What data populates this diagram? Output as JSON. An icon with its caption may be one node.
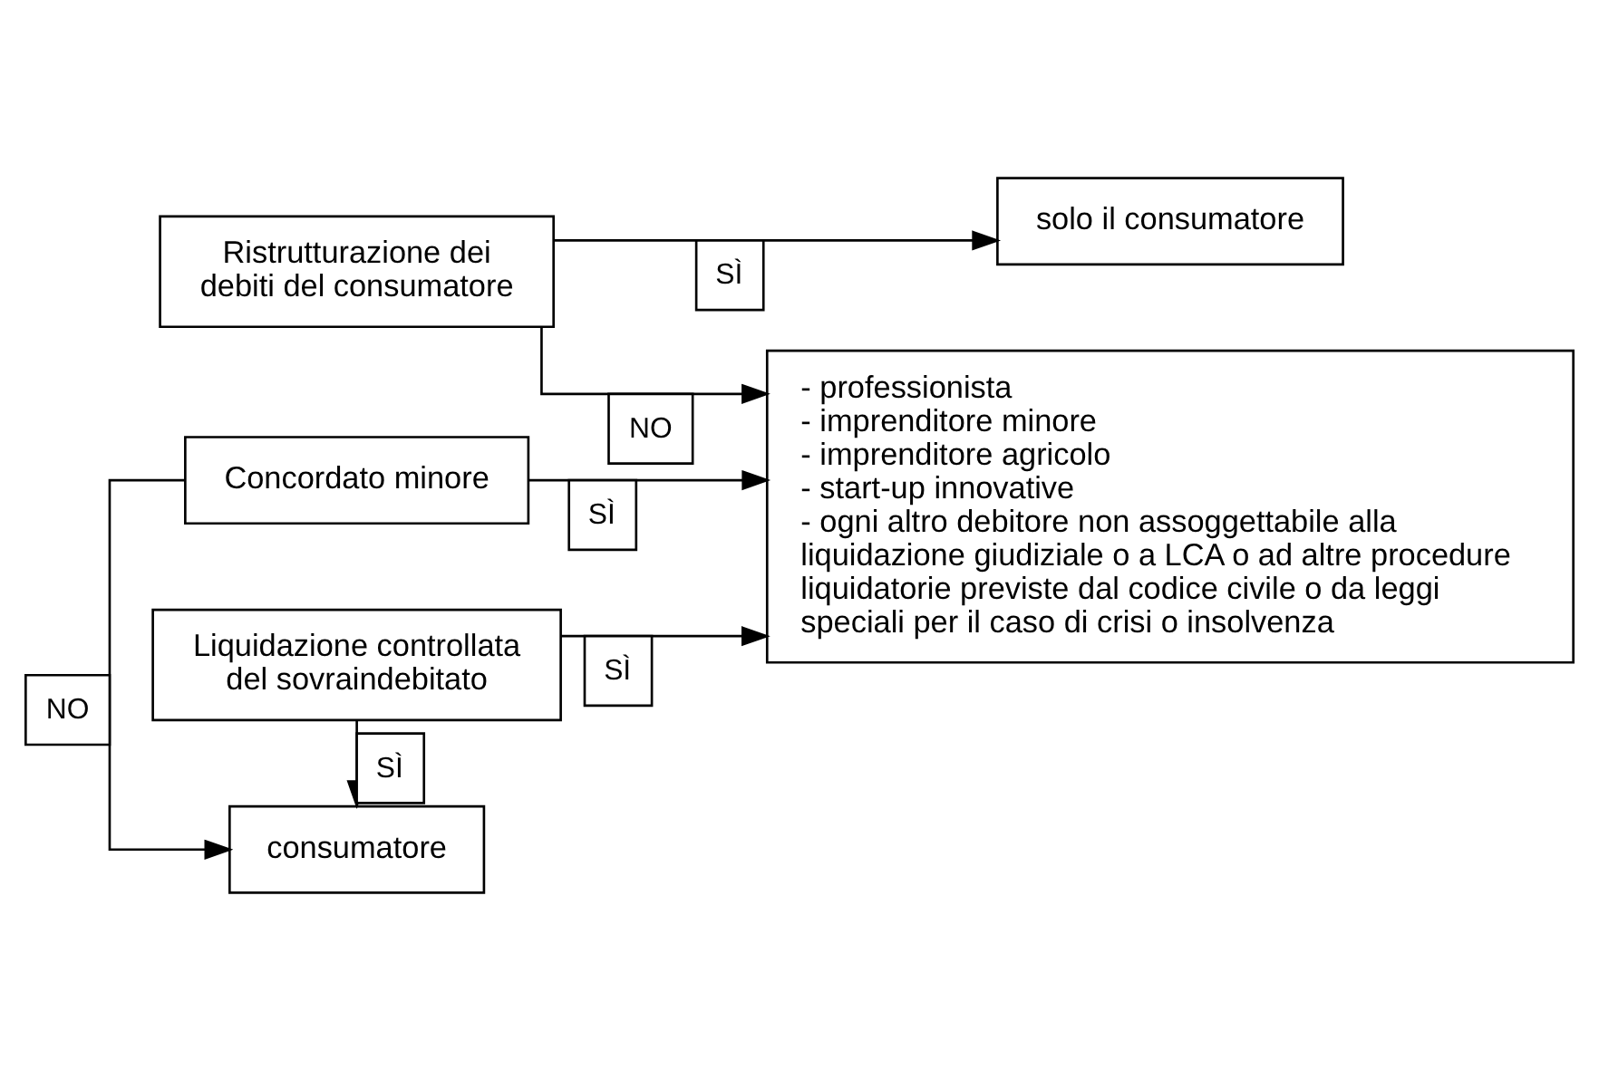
{
  "diagram": {
    "nodes": [
      {
        "text": [
          "Ristrutturazione dei debiti del consumatore"
        ]
      },
      {
        "text": [
          "solo il consumatore"
        ]
      },
      {
        "text": [
          "Concordato minore"
        ]
      },
      {
        "text": [
          "- professionista",
          "- imprenditore minore",
          "- imprenditore agricolo",
          "- start-up innovative",
          "- ogni altro debitore non assoggettabile alla liquidazione giudiziale o a LCA o ad altre procedure liquidatorie previste dal codice civile o da leggi speciali per il caso di crisi o insolvenza"
        ]
      },
      {
        "text": [
          "consumatore"
        ]
      },
      {
        "text": [
          "Liquidazione controllata del sovraindebitato"
        ]
      }
    ],
    "edges": [
      {
        "from": 0,
        "to": 1,
        "arrow": "to",
        "label": "SÌ"
      },
      {
        "from": 0,
        "to": 3,
        "arrow": "to",
        "label": "NO"
      },
      {
        "from": 2,
        "to": 3,
        "arrow": "to",
        "label": "SÌ"
      },
      {
        "from": 2,
        "to": 4,
        "arrow": "to",
        "label": "NO"
      },
      {
        "from": 5,
        "to": 4,
        "arrow": "to",
        "label": "SÌ"
      },
      {
        "from": 5,
        "to": 3,
        "arrow": "to",
        "label": "SÌ"
      }
    ]
  }
}
